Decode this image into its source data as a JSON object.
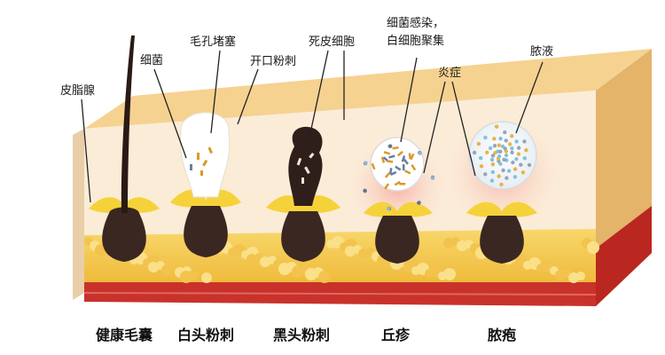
{
  "colors": {
    "skin_top": "#f6d291",
    "skin_mid": "#fbecd8",
    "fat": "#f4c85a",
    "muscle": "#c8322b",
    "follicle": "#3a2721",
    "gland": "#f6d23a",
    "inflammation": "#f5b9b2"
  },
  "labels": {
    "sebaceous_gland": "皮脂腺",
    "bacteria": "细菌",
    "pore_clogged": "毛孔堵塞",
    "open_comedo": "开口粉刺",
    "dead_cells": "死皮细胞",
    "infection_line1": "细菌感染，",
    "infection_line2": "白细胞聚集",
    "inflammation": "炎症",
    "pus": "脓液"
  },
  "stages": [
    {
      "name": "健康毛囊"
    },
    {
      "name": "白头粉刺"
    },
    {
      "name": "黑头粉刺"
    },
    {
      "name": "丘疹"
    },
    {
      "name": "脓疱"
    }
  ]
}
